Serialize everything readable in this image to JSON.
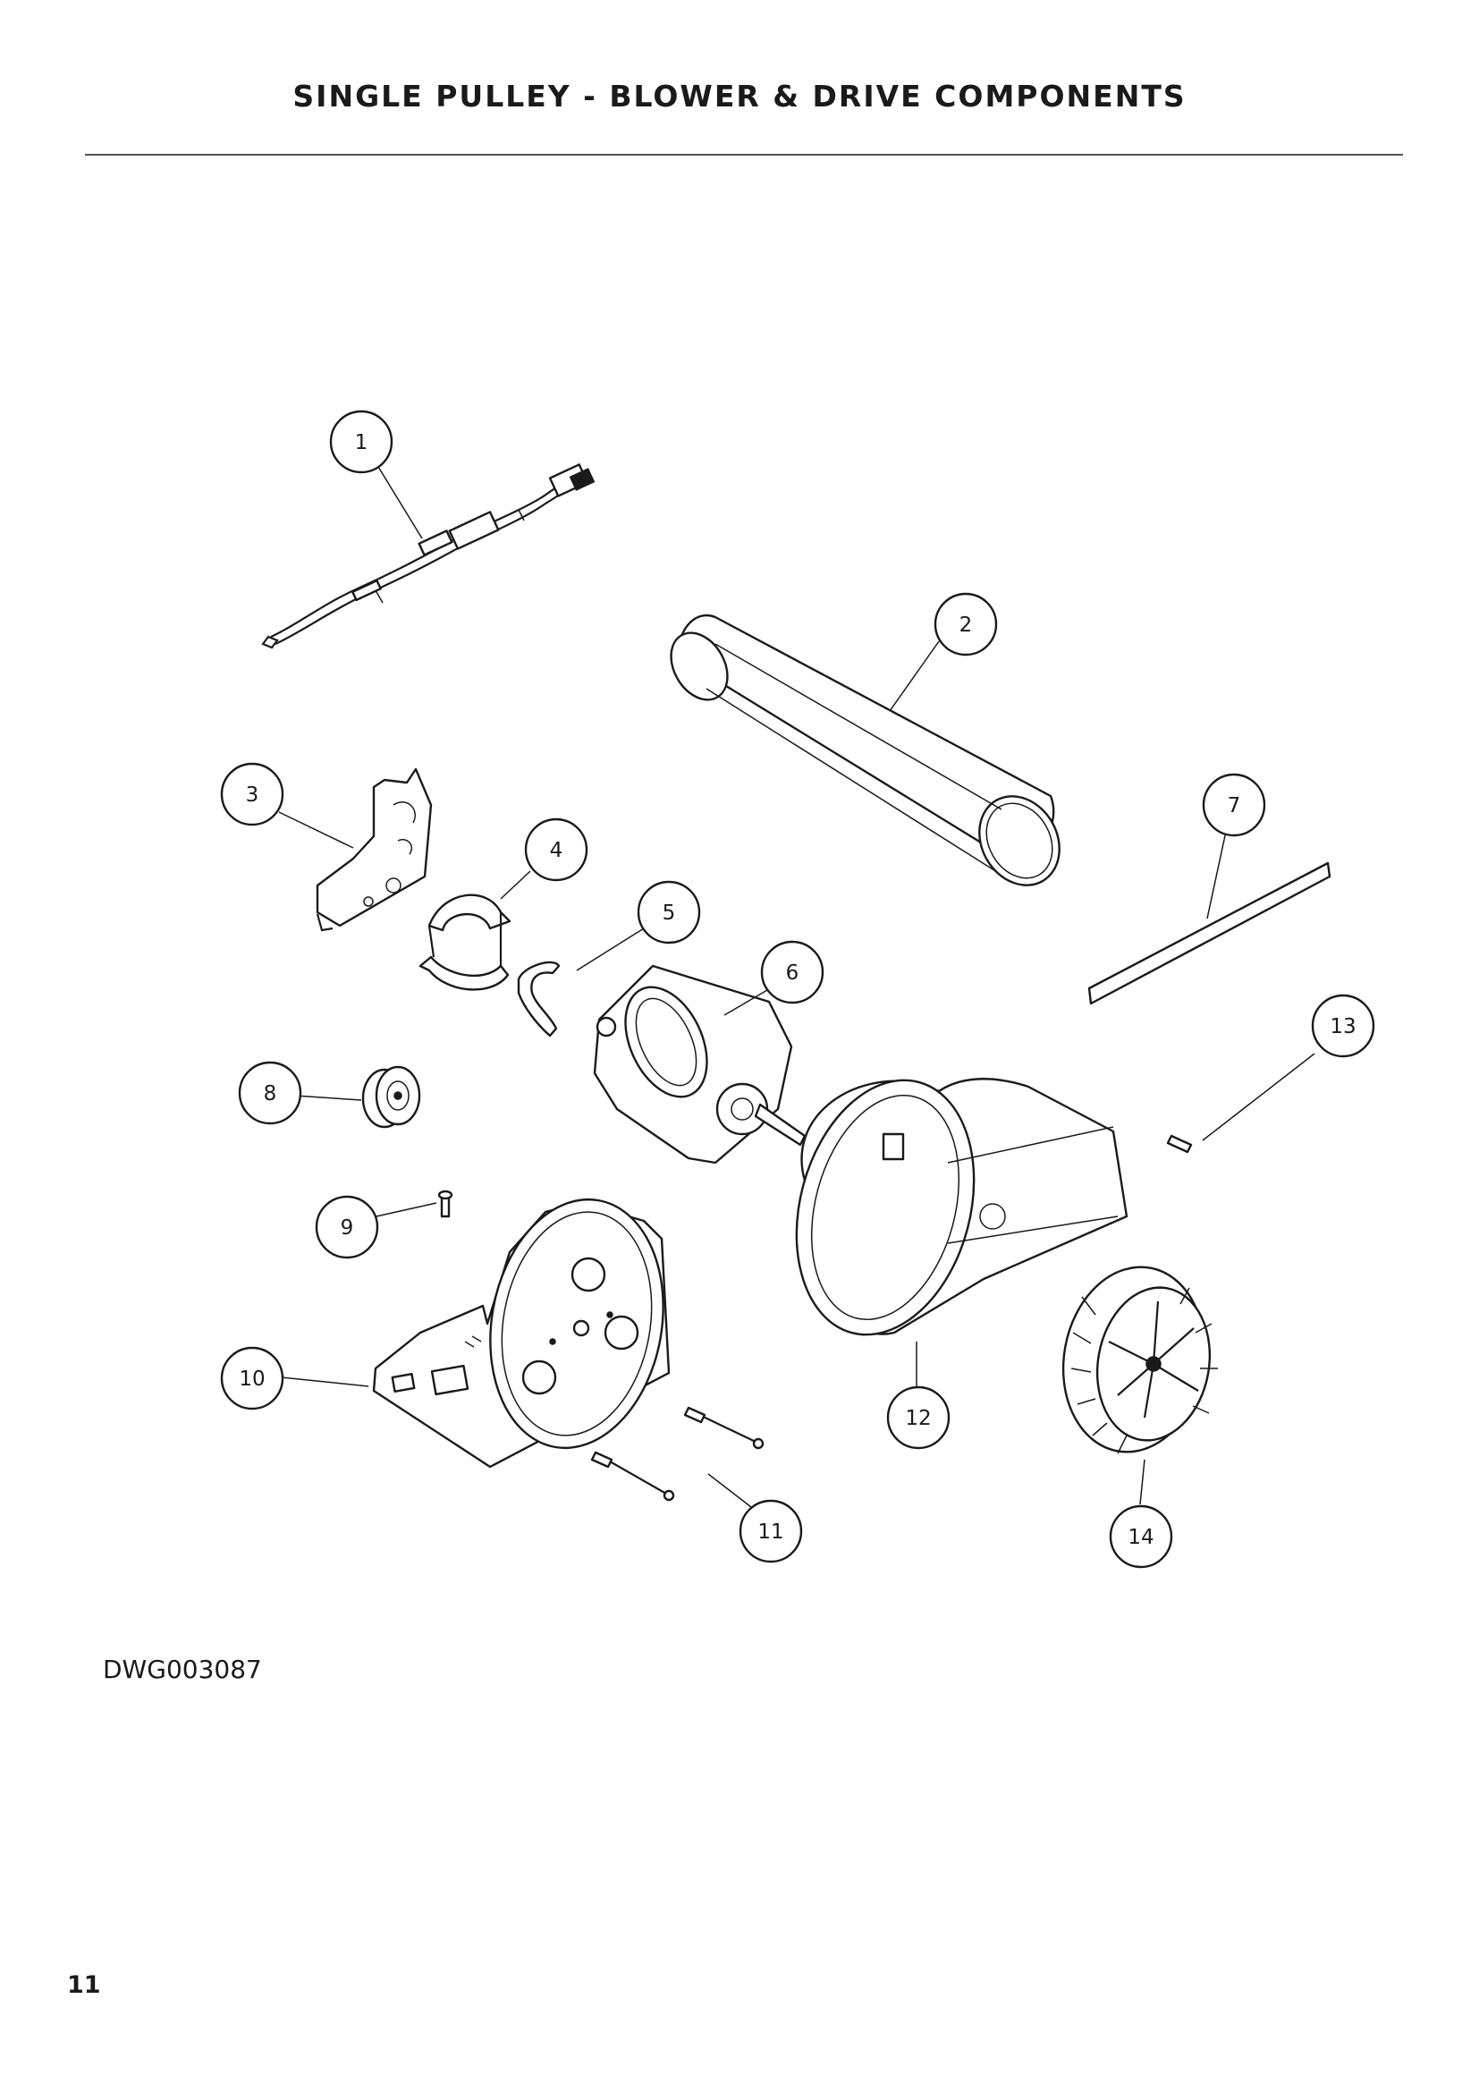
{
  "page": {
    "title": "SINGLE PULLEY - BLOWER & DRIVE COMPONENTS",
    "drawing_number": "DWG003087",
    "page_number": "11"
  },
  "callouts": [
    {
      "label": "1",
      "part": "wiring-harness"
    },
    {
      "label": "2",
      "part": "blower-duct"
    },
    {
      "label": "3",
      "part": "motor-bracket"
    },
    {
      "label": "4",
      "part": "motor-clamp"
    },
    {
      "label": "5",
      "part": "retaining-clip"
    },
    {
      "label": "6",
      "part": "drive-motor"
    },
    {
      "label": "7",
      "part": "gasket-strip"
    },
    {
      "label": "8",
      "part": "motor-pulley"
    },
    {
      "label": "9",
      "part": "small-screw"
    },
    {
      "label": "10",
      "part": "blower-housing-base"
    },
    {
      "label": "11",
      "part": "long-bolts"
    },
    {
      "label": "12",
      "part": "blower-housing"
    },
    {
      "label": "13",
      "part": "housing-screw"
    },
    {
      "label": "14",
      "part": "blower-wheel"
    }
  ]
}
